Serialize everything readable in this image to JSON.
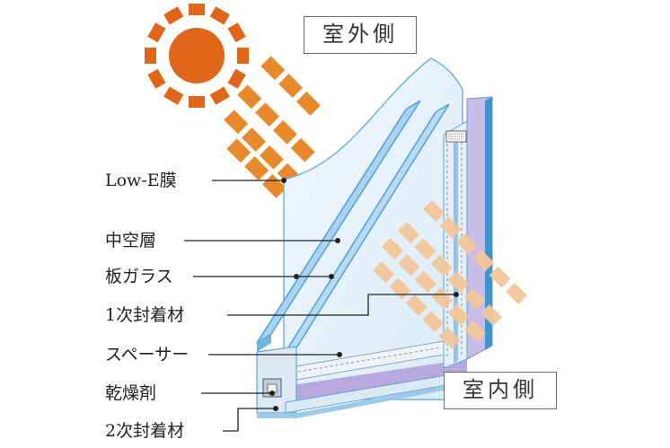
{
  "labels": {
    "outside": "室外側",
    "inside": "室内側",
    "low_e": "Low-E膜",
    "hollow_layer": "中空層",
    "glass_pane": "板ガラス",
    "primary_sealant": "1次封着材",
    "spacer": "スペーサー",
    "desiccant": "乾燥剤",
    "secondary_sealant": "2次封着材"
  },
  "colors": {
    "sun": "#e0661a",
    "sunlight_outside": "#e8892a",
    "sunlight_inside": "#f3c79a",
    "glass_edge": "#5aa7d8",
    "glass_fill": "#e6f2fb",
    "inner_panel": "#b9a8de",
    "frame_edge": "#4f9fd6"
  },
  "icons": {
    "sun": "sun-icon"
  }
}
